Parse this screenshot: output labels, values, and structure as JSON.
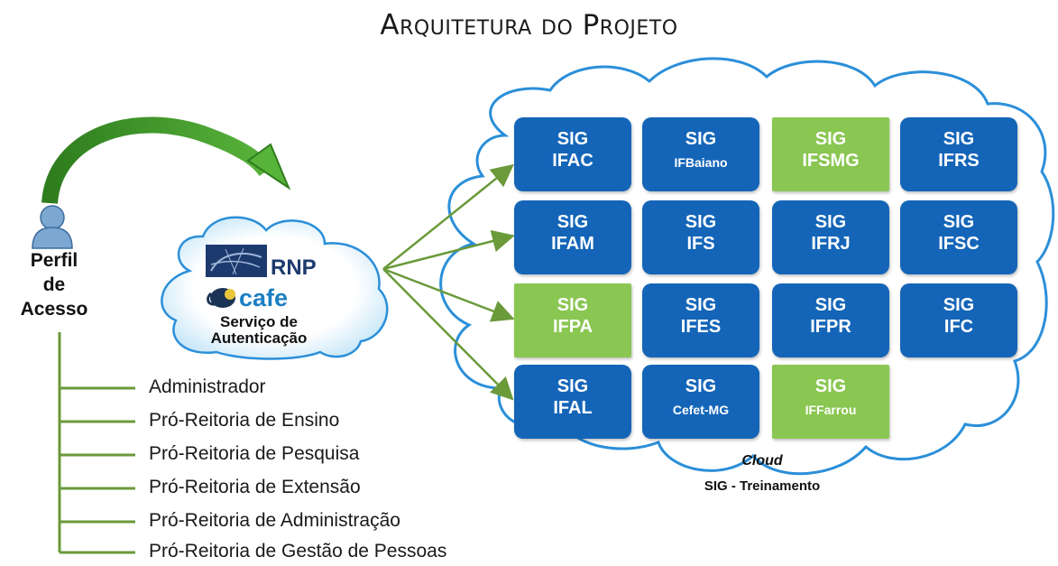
{
  "title": "Arquitetura do Projeto",
  "profile": {
    "label_lines": [
      "Perfil",
      "de",
      "Acesso"
    ],
    "items": [
      "Administrador",
      "Pró-Reitoria de Ensino",
      "Pró-Reitoria de Pesquisa",
      "Pró-Reitoria de Extensão",
      "Pró-Reitoria de Administração",
      "Pró-Reitoria de Gestão de Pessoas"
    ]
  },
  "auth": {
    "rnp_label": "RNP",
    "cafe_label": "cafe",
    "service_lines": [
      "Serviço de",
      "Autenticação"
    ]
  },
  "sig_label": "SIG",
  "tiles": [
    {
      "name": "IFAC",
      "color": "blue"
    },
    {
      "name": "IFBaiano",
      "color": "blue",
      "small": true
    },
    {
      "name": "IFSMG",
      "color": "green"
    },
    {
      "name": "IFRS",
      "color": "blue"
    },
    {
      "name": "IFAM",
      "color": "blue"
    },
    {
      "name": "IFS",
      "color": "blue"
    },
    {
      "name": "IFRJ",
      "color": "blue"
    },
    {
      "name": "IFSC",
      "color": "blue"
    },
    {
      "name": "IFPA",
      "color": "green"
    },
    {
      "name": "IFES",
      "color": "blue"
    },
    {
      "name": "IFPR",
      "color": "blue"
    },
    {
      "name": "IFC",
      "color": "blue"
    },
    {
      "name": "IFAL",
      "color": "blue"
    },
    {
      "name": "Cefet-MG",
      "color": "blue",
      "small": true
    },
    {
      "name": "IFFarrou",
      "color": "green",
      "small": true
    }
  ],
  "cloud": {
    "caption_1": "Cloud",
    "caption_2": "SIG - Treinamento"
  },
  "colors": {
    "tile_blue": "#1465b8",
    "tile_green": "#8ac652",
    "connector_green": "#6a9a3a",
    "cloud_outline": "#2b8fd9"
  }
}
